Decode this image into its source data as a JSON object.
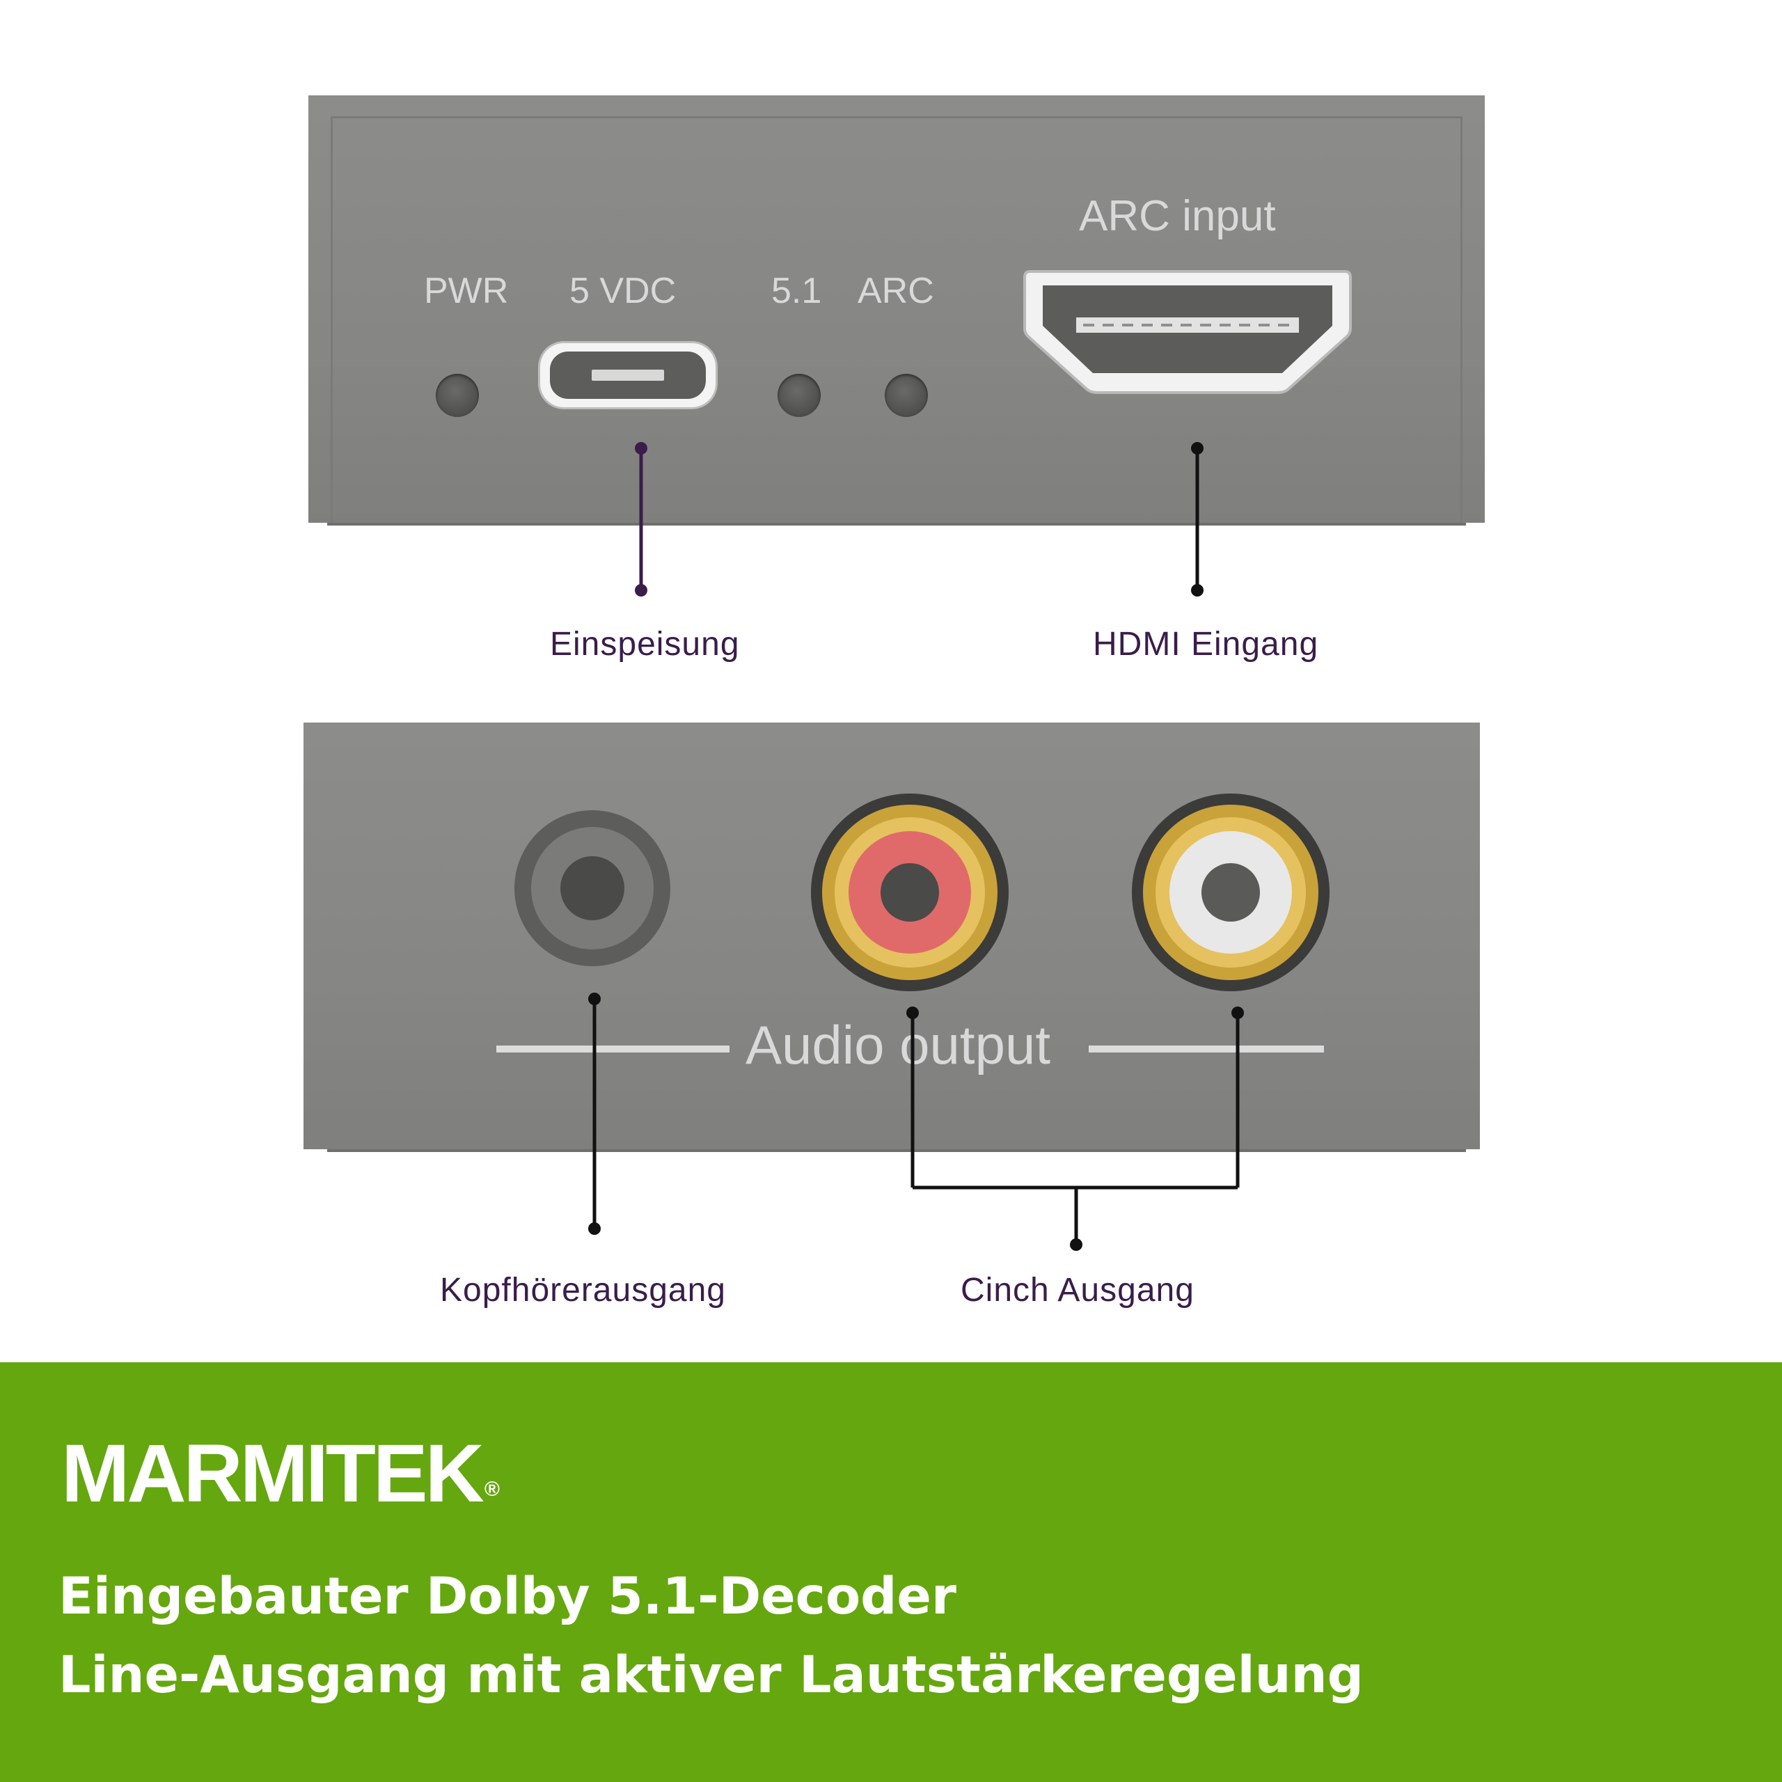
{
  "device_front": {
    "label_pwr": "PWR",
    "label_5vdc": "5 VDC",
    "label_51": "5.1",
    "label_arc": "ARC",
    "label_arc_input": "ARC input"
  },
  "device_back": {
    "label_audio_output": "Audio output",
    "rca_colors": {
      "left": "#e06a6a",
      "right": "#e8e8e8",
      "gold": "#caa23a"
    }
  },
  "callouts": {
    "power": "Einspeisung",
    "hdmi": "HDMI Eingang",
    "headphone": "Kopfhörerausgang",
    "cinch": "Cinch Ausgang"
  },
  "banner": {
    "brand": "MARMITEK",
    "brand_mark": "®",
    "line1": "Eingebauter Dolby 5.1-Decoder",
    "line2": "Line-Ausgang mit aktiver Lautstärkeregelung",
    "color": "#65a70e"
  }
}
